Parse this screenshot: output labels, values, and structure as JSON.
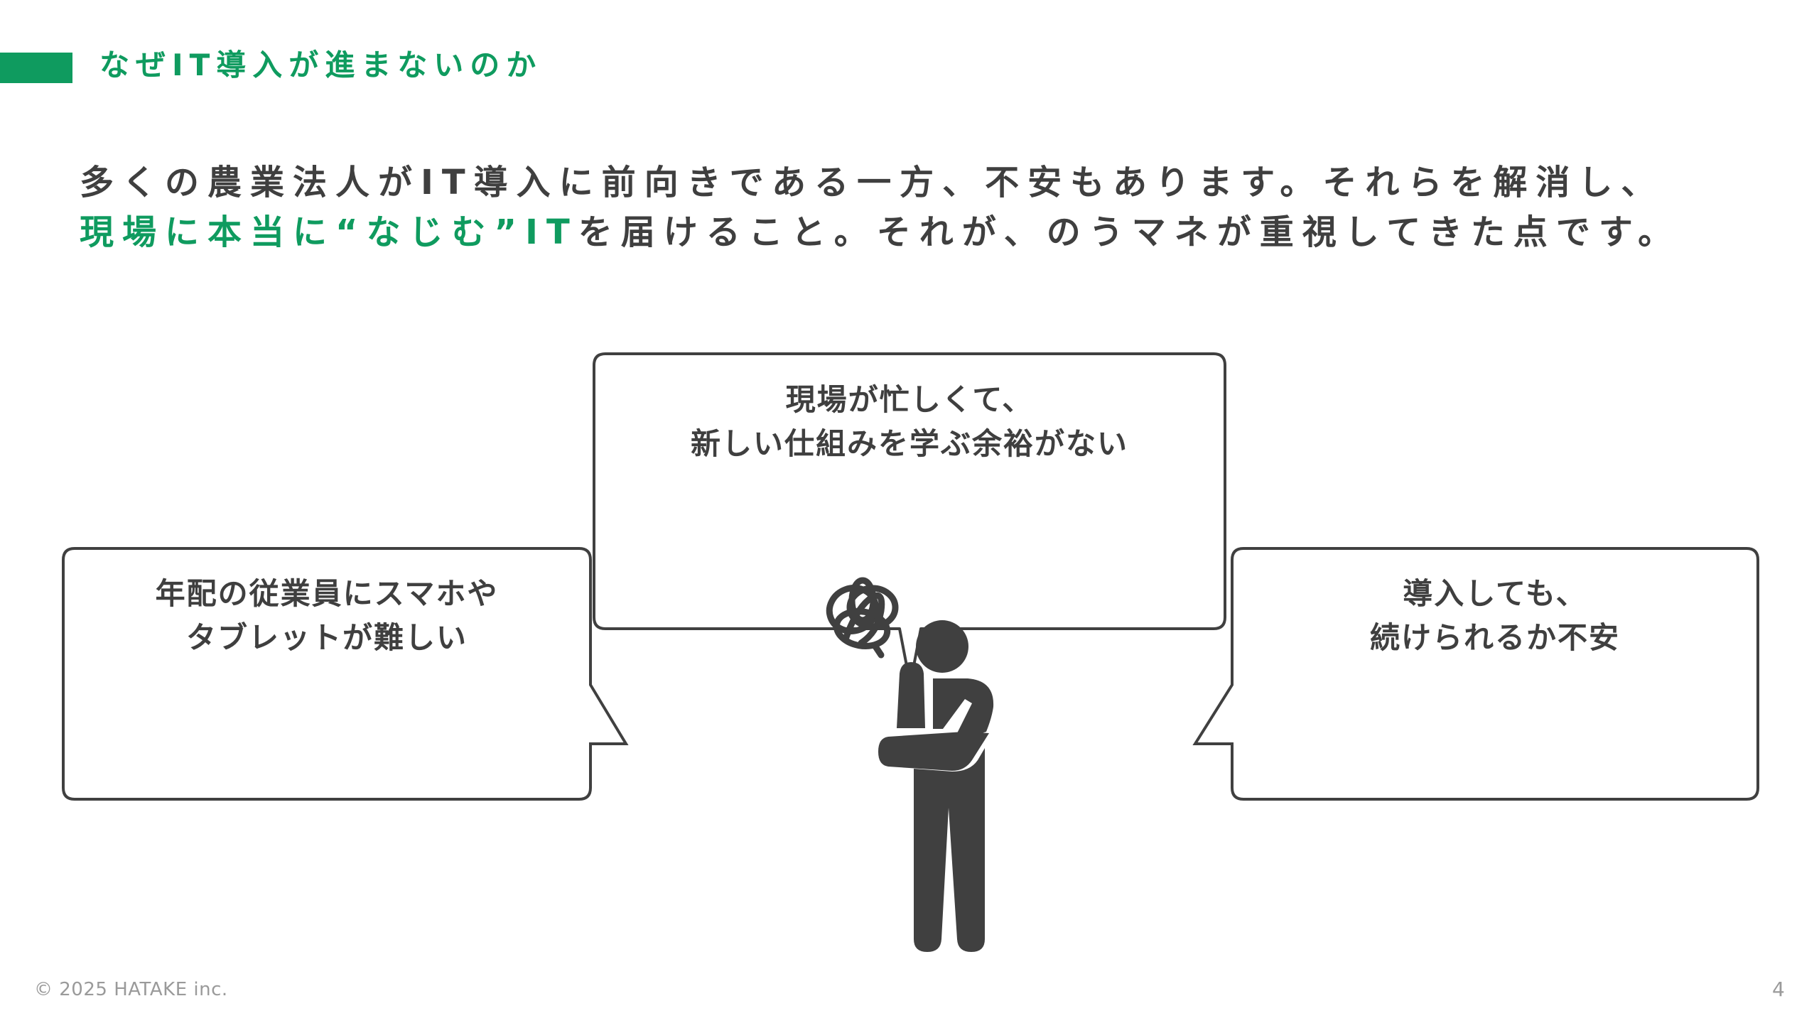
{
  "header": {
    "title": "なぜIT導入が進まないのか",
    "accent_color": "#0f9b5f"
  },
  "lead": {
    "line1": "多くの農業法人がIT導入に前向きである一方、不安もあります。それらを解消し、",
    "line2_highlight": "現場に本当に“なじむ”IT",
    "line2_rest": "を届けること。それが、のうマネが重視してきた点です。"
  },
  "bubbles": {
    "top": {
      "line1": "現場が忙しくて、",
      "line2": "新しい仕組みを学ぶ余裕がない"
    },
    "left": {
      "line1": "年配の従業員にスマホや",
      "line2": "タブレットが難しい"
    },
    "right": {
      "line1": "導入しても、",
      "line2": "続けられるか不安"
    }
  },
  "illustration": {
    "icon": "worried-person-icon",
    "fill_color": "#404040"
  },
  "footer": {
    "copyright": "© 2025 HATAKE inc.",
    "page_number": "4"
  }
}
